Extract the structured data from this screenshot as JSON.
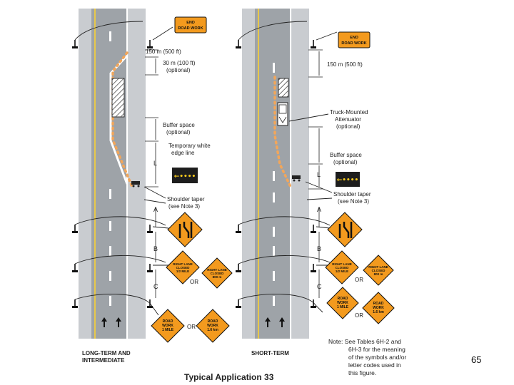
{
  "left_panel": {
    "caption_line1": "LONG-TERM AND",
    "caption_line2": "INTERMEDIATE",
    "sign_end_line1": "END",
    "sign_end_line2": "ROAD WORK",
    "label_150m": "150 m (500 ft)",
    "label_30m_line1": "30 m (100 ft)",
    "label_30m_line2": "(optional)",
    "label_buffer_line1": "Buffer space",
    "label_buffer_line2": "(optional)",
    "label_temp_line1": "Temporary white",
    "label_temp_line2": "edge line",
    "label_L": "L",
    "label_shoulder_line1": "Shoulder taper",
    "label_shoulder_line2": "(see Note 3)",
    "label_A": "A",
    "label_B": "B",
    "label_C": "C",
    "sign_rlc_line1": "RIGHT LANE",
    "sign_rlc_line2": "CLOSED",
    "sign_rlc_line3": "1/2 MILE",
    "sign_rlc_alt_line1": "RIGHT LANE",
    "sign_rlc_alt_line2": "CLOSED",
    "sign_rlc_alt_line3": "800 m",
    "sign_rw_line1": "ROAD",
    "sign_rw_line2": "WORK",
    "sign_rw_line3": "1 MILE",
    "sign_rw_alt_line1": "ROAD",
    "sign_rw_alt_line2": "WORK",
    "sign_rw_alt_line3": "1.6 km",
    "or1": "OR",
    "or2": "OR"
  },
  "right_panel": {
    "caption": "SHORT-TERM",
    "sign_end_line1": "END",
    "sign_end_line2": "ROAD WORK",
    "label_150m": "150 m (500 ft)",
    "label_tma_line1": "Truck-Mounted",
    "label_tma_line2": "Attenuator",
    "label_tma_line3": "(optional)",
    "label_buffer_line1": "Buffer space",
    "label_buffer_line2": "(optional)",
    "label_L": "L",
    "label_shoulder_line1": "Shoulder taper",
    "label_shoulder_line2": "(see Note 3)",
    "label_A": "A",
    "label_B": "B",
    "label_C": "C",
    "sign_rlc_line1": "RIGHT LANE",
    "sign_rlc_line2": "CLOSED",
    "sign_rlc_line3": "1/2 MILE",
    "sign_rlc_alt_line1": "RIGHT LANE",
    "sign_rlc_alt_line2": "CLOSED",
    "sign_rlc_alt_line3": "800 m",
    "sign_rw_line1": "ROAD",
    "sign_rw_line2": "WORK",
    "sign_rw_line3": "1 MILE",
    "sign_rw_alt_line1": "ROAD",
    "sign_rw_alt_line2": "WORK",
    "sign_rw_alt_line3": "1.6 km",
    "or1": "OR",
    "or2": "OR"
  },
  "note": {
    "line1": "Note: See Tables 6H-2 and",
    "line2": "6H-3 for the meaning",
    "line3": "of the symbols and/or",
    "line4": "letter codes used in",
    "line5": "this figure."
  },
  "figure_title": "Typical Application 33",
  "page_number": "65",
  "colors": {
    "road": "#9ea3a8",
    "shoulder": "#c9ccd0",
    "sign_orange": "#f39a1e",
    "channelizer": "#f2a65a",
    "yellow_edge": "#e8c84a"
  },
  "icons": [
    "sign-post-icon",
    "arrow-board-icon",
    "truck-icon",
    "work-area-icon",
    "lane-ends-icon",
    "direction-arrow-icon"
  ]
}
